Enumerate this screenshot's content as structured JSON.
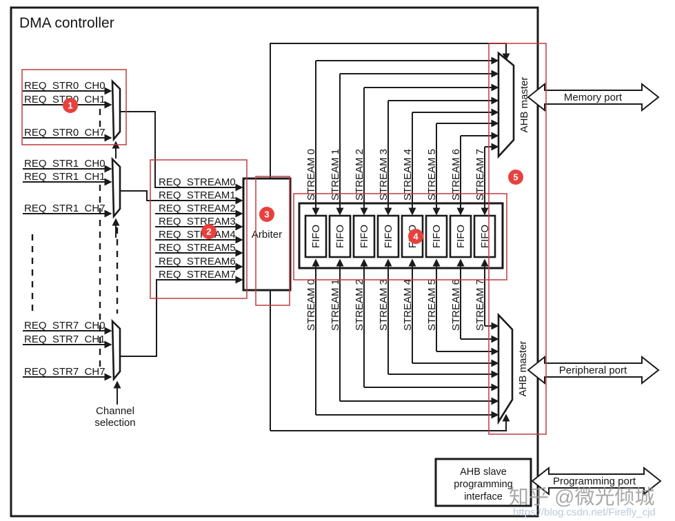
{
  "title": "DMA controller",
  "channel_groups": [
    {
      "labels": [
        "REQ_STR0_CH0",
        "REQ_STR0_CH1",
        "REQ_STR0_CH7"
      ]
    },
    {
      "labels": [
        "REQ_STR1_CH0",
        "REQ_STR1_CH1",
        "REQ_STR1_CH7"
      ]
    },
    {
      "labels": [
        "REQ_STR7_CH0",
        "REQ_STR7_CH1",
        "REQ_STR7_CH7"
      ]
    }
  ],
  "channel_selection": {
    "line1": "Channel",
    "line2": "selection"
  },
  "request_streams": [
    "REQ_STREAM0",
    "REQ_STREAM1",
    "REQ_STREAM2",
    "REQ_STREAM3",
    "REQ_STREAM4",
    "REQ_STREAM5",
    "REQ_STREAM6",
    "REQ_STREAM7"
  ],
  "arbiter": {
    "label": "Arbiter"
  },
  "streams": {
    "top": [
      "STREAM 0",
      "STREAM 1",
      "STREAM 2",
      "STREAM 3",
      "STREAM 4",
      "STREAM 5",
      "STREAM 6",
      "STREAM 7"
    ],
    "bottom": [
      "STREAM 0",
      "STREAM 1",
      "STREAM 2",
      "STREAM 3",
      "STREAM 4",
      "STREAM 5",
      "STREAM 6",
      "STREAM 7"
    ]
  },
  "fifos": [
    "FIFO",
    "FIFO",
    "FIFO",
    "FIFO",
    "FIFO",
    "FIFO",
    "FIFO",
    "FIFO"
  ],
  "ahb_masters": {
    "top": "AHB master",
    "bottom": "AHB master"
  },
  "ports": {
    "memory": "Memory port",
    "peripheral": "Peripheral port",
    "programming": "Programming port"
  },
  "ahb_slave": {
    "line1": "AHB slave",
    "line2": "programming",
    "line3": "interface"
  },
  "badges": [
    "1",
    "2",
    "3",
    "4",
    "5"
  ],
  "watermark": {
    "text": "知乎 @微光倾城",
    "url": "https://blog.csdn.net/Firefly_cjd"
  },
  "colors": {
    "line": "#1a1a1a",
    "annotation_red": "#c0393d",
    "badge_red": "#e7413d",
    "watermark_gray": "#9a9a9a",
    "watermark_link": "#b9c9df"
  }
}
